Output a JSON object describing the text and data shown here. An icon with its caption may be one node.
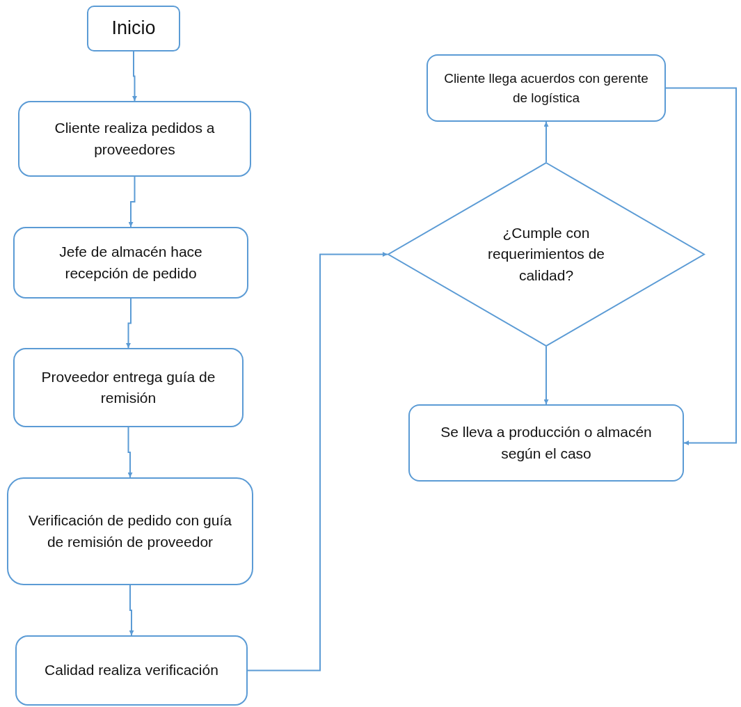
{
  "diagram": {
    "nodes": [
      {
        "text": [
          "Inicio"
        ]
      },
      {
        "text": [
          "Cliente realiza pedidos a proveedores"
        ]
      },
      {
        "text": [
          "Jefe de almacén hace recepción de pedido"
        ]
      },
      {
        "text": [
          "Proveedor entrega guía de remisión"
        ]
      },
      {
        "text": [
          "Verificación de pedido con guía de remisión de proveedor"
        ]
      },
      {
        "text": [
          "Calidad realiza verificación"
        ]
      },
      {
        "text": [
          "¿Cumple con requerimientos de calidad?"
        ]
      },
      {
        "text": [
          "Cliente llega acuerdos con gerente de logística"
        ]
      },
      {
        "text": [
          "Se lleva a producción o almacén según el caso"
        ]
      }
    ],
    "edges": [
      {
        "from": 0,
        "to": 1,
        "arrow": "to"
      },
      {
        "from": 1,
        "to": 2,
        "arrow": "to"
      },
      {
        "from": 2,
        "to": 3,
        "arrow": "to"
      },
      {
        "from": 3,
        "to": 4,
        "arrow": "to"
      },
      {
        "from": 4,
        "to": 5,
        "arrow": "to"
      },
      {
        "from": 5,
        "to": 6,
        "arrow": "to"
      },
      {
        "from": 6,
        "to": 7,
        "arrow": "to"
      },
      {
        "from": 6,
        "to": 8,
        "arrow": "to"
      },
      {
        "from": 7,
        "to": 8,
        "arrow": "to"
      }
    ]
  }
}
